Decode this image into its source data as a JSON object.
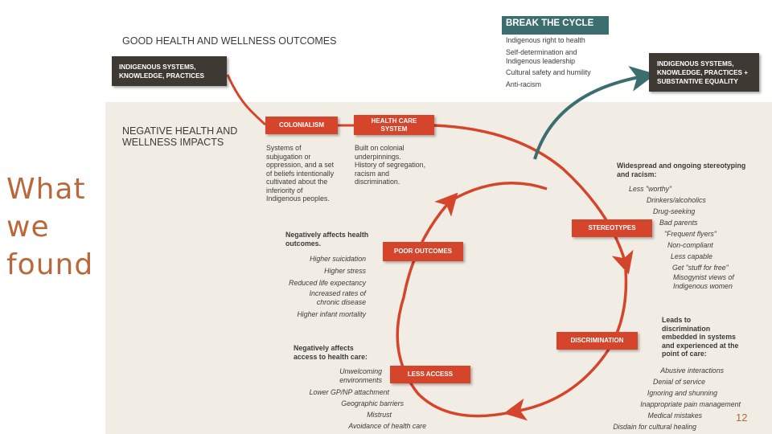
{
  "slide": {
    "title": "What\nwe\nfound",
    "page_number": "12"
  },
  "diagram": {
    "good_heading": "GOOD HEALTH AND WELLNESS OUTCOMES",
    "negative_heading": "NEGATIVE HEALTH AND\nWELLNESS IMPACTS",
    "start_box": "INDIGENOUS SYSTEMS,\nKNOWLEDGE, PRACTICES",
    "end_box": "INDIGENOUS SYSTEMS,\nKNOWLEDGE, PRACTICES +\nSUBSTANTIVE EQUALITY",
    "break_cycle": {
      "title": "BREAK THE CYCLE",
      "items": [
        "Indigenous right to health",
        "Self-determination and\nIndigenous leadership",
        "Cultural safety and humility",
        "Anti-racism"
      ]
    },
    "colonialism": {
      "label": "COLONIALISM",
      "desc": "Systems of\nsubjugation or\noppression, and a set\nof beliefs intentionally\ncultivated about the\ninferiority of\nIndigenous peoples."
    },
    "health_care_system": {
      "label": "HEALTH CARE\nSYSTEM",
      "desc": "Built on colonial\nunderpinnings.\nHistory of segregation,\nracism and\ndiscrimination."
    },
    "stereotypes": {
      "label": "STEREOTYPES",
      "heading": "Widespread and ongoing stereotyping\nand racism:",
      "items": [
        "Less \"worthy\"",
        "Drinkers/alcoholics",
        "Drug-seeking",
        "Bad parents",
        "\"Frequent flyers\"",
        "Non-compliant",
        "Less capable",
        "Get \"stuff for free\"",
        "Misogynist views of\nIndigenous women"
      ]
    },
    "discrimination": {
      "label": "DISCRIMINATION",
      "heading": "Leads to\ndiscrimination\nembedded in systems\nand experienced at the\npoint of care:",
      "items": [
        "Abusive interactions",
        "Denial of service",
        "Ignoring and shunning",
        "Inappropriate pain management",
        "Medical mistakes",
        "Disdain for cultural healing"
      ]
    },
    "less_access": {
      "label": "LESS ACCESS",
      "heading": "Negatively affects\naccess to health care:",
      "items": [
        "Unwelcoming\nenvironments",
        "Lower GP/NP attachment",
        "Geographic barriers",
        "Mistrust",
        "Avoidance of health care"
      ]
    },
    "poor_outcomes": {
      "label": "POOR OUTCOMES",
      "heading": "Negatively affects health\noutcomes.",
      "items": [
        "Higher suicidation",
        "Higher stress",
        "Reduced life expectancy",
        "Increased rates of\nchronic disease",
        "Higher infant mortality"
      ]
    }
  },
  "colors": {
    "red": "#d4452c",
    "dark": "#3f3934",
    "teal": "#3c6e6f",
    "title_orange": "#b8683a",
    "beige": "#f2ede4"
  }
}
